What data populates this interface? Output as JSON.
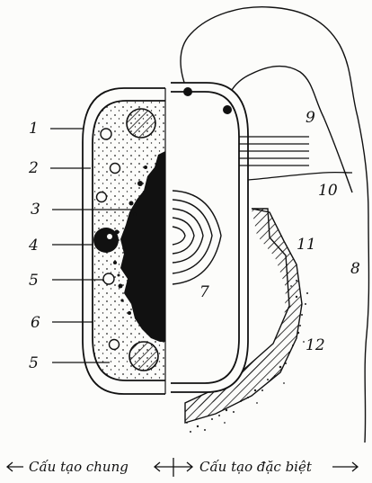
{
  "labels": {
    "l1": "1",
    "l2": "2",
    "l3": "3",
    "l4": "4",
    "l5a": "5",
    "l5b": "5",
    "l6": "6",
    "l7": "7",
    "l8": "8",
    "l9": "9",
    "l10": "10",
    "l11": "11",
    "l12": "12"
  },
  "captions": {
    "left": "Cấu tạo chung",
    "right": "Cấu tạo đặc biệt"
  },
  "colors": {
    "ink": "#111111",
    "paper": "#fcfcfa"
  }
}
